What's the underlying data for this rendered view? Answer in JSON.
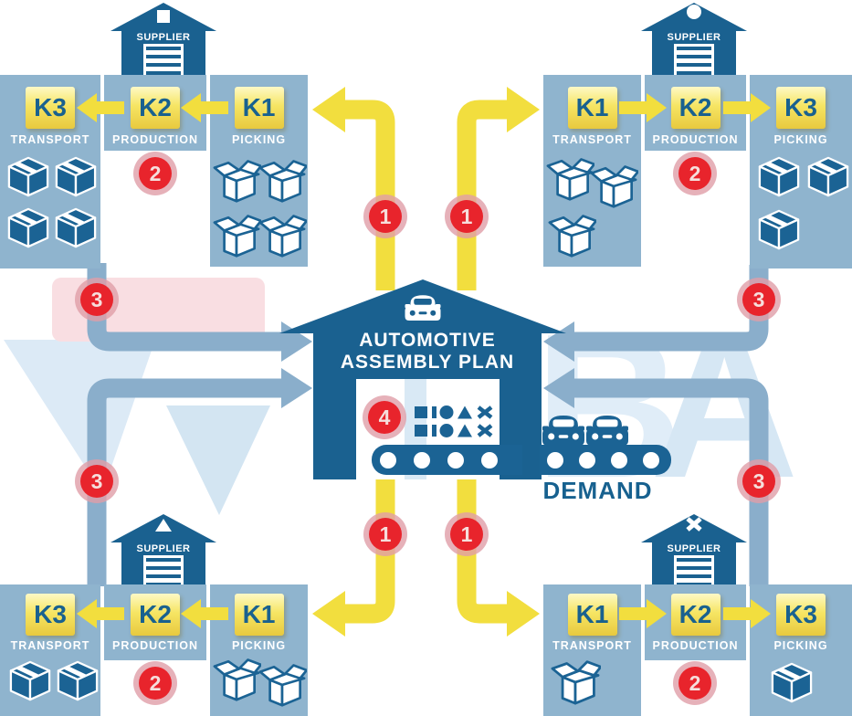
{
  "watermark": {
    "letter_b": "B",
    "letter_a": "A"
  },
  "plant": {
    "title_line1": "AUTOMOTIVE",
    "title_line2": "ASSEMBLY PLAN",
    "demand_label": "DEMAND"
  },
  "steps": {
    "s1": "1",
    "s2": "2",
    "s3": "3",
    "s4": "4"
  },
  "groups": [
    {
      "position": "top-left",
      "supplier_label": "SUPPLIER",
      "roof_marker": "square",
      "flow_direction": "left",
      "stages": [
        {
          "kanban": "K3",
          "label": "TRANSPORT",
          "boxes": "closed",
          "box_count": 4
        },
        {
          "kanban": "K2",
          "label": "PRODUCTION",
          "step_badge": "2"
        },
        {
          "kanban": "K1",
          "label": "PICKING",
          "boxes": "open",
          "box_count": 4
        }
      ]
    },
    {
      "position": "top-right",
      "supplier_label": "SUPPLIER",
      "roof_marker": "circle",
      "flow_direction": "right",
      "stages": [
        {
          "kanban": "K1",
          "label": "TRANSPORT",
          "boxes": "open",
          "box_count": 3
        },
        {
          "kanban": "K2",
          "label": "PRODUCTION",
          "step_badge": "2"
        },
        {
          "kanban": "K3",
          "label": "PICKING",
          "boxes": "closed",
          "box_count": 3
        }
      ]
    },
    {
      "position": "bottom-left",
      "supplier_label": "SUPPLIER",
      "roof_marker": "triangle",
      "flow_direction": "left",
      "stages": [
        {
          "kanban": "K3",
          "label": "TRANSPORT",
          "boxes": "closed",
          "box_count": 2
        },
        {
          "kanban": "K2",
          "label": "PRODUCTION",
          "step_badge": "2"
        },
        {
          "kanban": "K1",
          "label": "PICKING",
          "boxes": "open",
          "box_count": 2
        }
      ]
    },
    {
      "position": "bottom-right",
      "supplier_label": "SUPPLIER",
      "roof_marker": "cross",
      "flow_direction": "right",
      "stages": [
        {
          "kanban": "K1",
          "label": "TRANSPORT",
          "boxes": "open",
          "box_count": 1
        },
        {
          "kanban": "K2",
          "label": "PRODUCTION",
          "step_badge": "2"
        },
        {
          "kanban": "K3",
          "label": "PICKING",
          "boxes": "closed",
          "box_count": 1
        }
      ]
    }
  ],
  "colors": {
    "dark_blue": "#1A6190",
    "light_blue_panel": "#8FB4CE",
    "steel_pipe": "#8AAECB",
    "yellow": "#F2DE3E",
    "red_badge": "#E8242C",
    "pink_highlight": "#F9DEE2",
    "watermark_blue": "#E0EDF8"
  }
}
